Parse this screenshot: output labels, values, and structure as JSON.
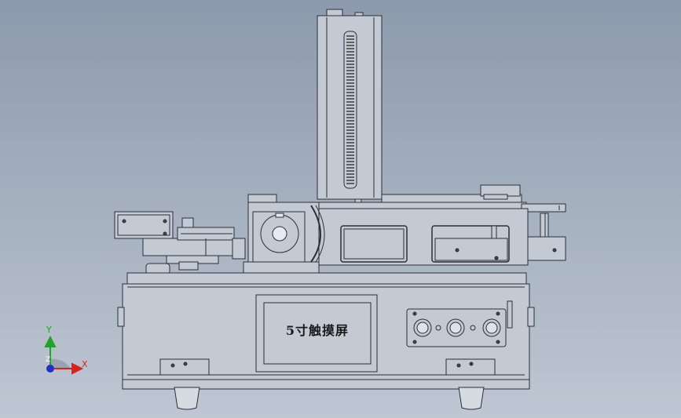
{
  "model": {
    "screen_label": "5寸触摸屏"
  },
  "triad": {
    "x_label": "X",
    "y_label": "Y",
    "z_label": "Z",
    "colors": {
      "x": "#d9221c",
      "y": "#1fa32d",
      "z": "#2230c8"
    }
  },
  "colors": {
    "background_top": "#8d9aad",
    "background_bottom": "#bec7d2",
    "part_fill": "#c4cad3",
    "edge": "#2b2f3a"
  }
}
